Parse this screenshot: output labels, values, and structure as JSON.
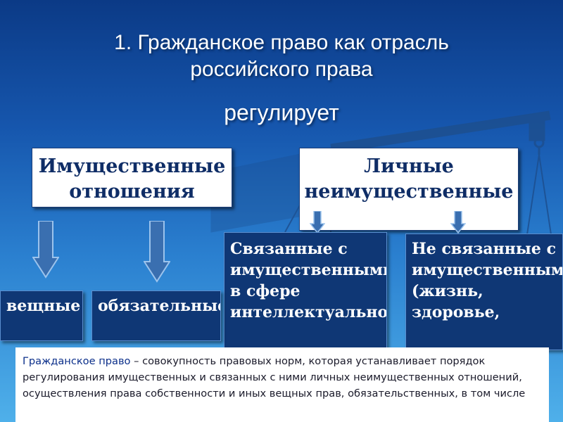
{
  "slide": {
    "title_line1": "1. Гражданское право как отрасль",
    "title_line2": "российского права",
    "subtitle": "регулирует"
  },
  "boxes": {
    "property": "Имущественные отношения",
    "personal": "Личные неимущественные",
    "related": "Связанные с имущественными в сфере интеллектуальной",
    "unrelated": "Не связанные с имущественными (жизнь, здоровье,",
    "real": "вещные",
    "obligation": "обязательные"
  },
  "definition": {
    "term": "Гражданское право",
    "text": " – совокупность правовых норм, которая устанавливает порядок регулирования имущественных и связанных с ними личных неимущественных отношений, осуществления права собственности и иных вещных прав, обязательственных, в том числе"
  }
}
